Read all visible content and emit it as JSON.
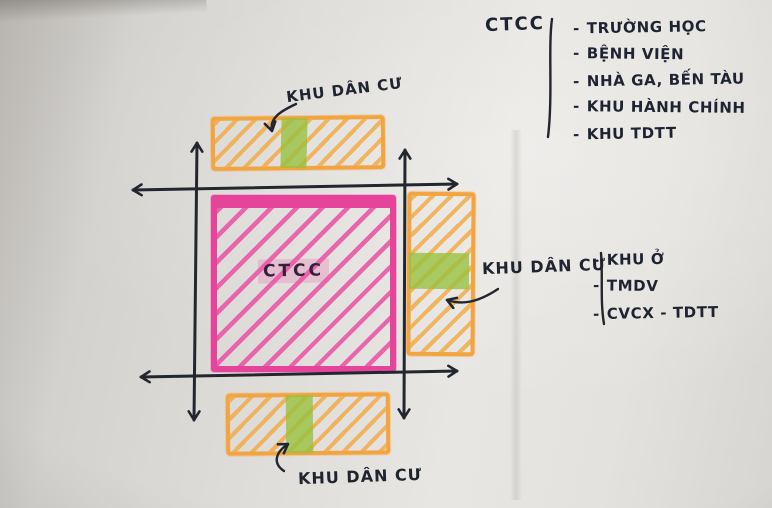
{
  "diagram": {
    "bullet": "-",
    "center_block_label": "CTCC",
    "labels": {
      "top": "KHU DÂN CƯ",
      "right": "KHU DÂN CƯ",
      "bottom": "KHU DÂN CƯ"
    },
    "ctcc_legend": {
      "title": "CTCC",
      "items": [
        "TRƯỜNG HỌC",
        "BỆNH VIỆN",
        "NHÀ GA, BẾN TÀU",
        "KHU HÀNH CHÍNH",
        "KHU TDTT"
      ]
    },
    "residential_legend": {
      "items": [
        "KHU Ở",
        "TMDV",
        "CVCX - TDTT"
      ]
    },
    "colors": {
      "ctcc_pink": "#e6439b",
      "residential_orange": "#f2a440",
      "highlight_green": "#96c23c",
      "ink": "#23262e"
    }
  }
}
